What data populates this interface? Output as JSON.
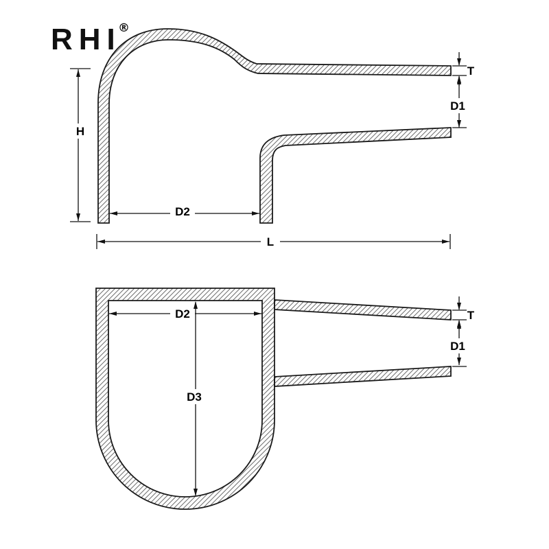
{
  "logo": {
    "brand": "RHI",
    "registered_mark": "®"
  },
  "figures": {
    "side_section": {
      "title": "side cross-section of rubber elbow boot",
      "dims": {
        "H": "H",
        "D2": "D2",
        "L": "L",
        "T": "T",
        "D1": "D1"
      }
    },
    "front_section": {
      "title": "front cross-section of rubber elbow boot",
      "dims": {
        "D2": "D2",
        "D3": "D3",
        "T": "T",
        "D1": "D1"
      }
    }
  },
  "colors": {
    "outline": "#1a1a1a",
    "hatch": "#6e6e6e",
    "label": "#000000",
    "background": "#ffffff"
  }
}
